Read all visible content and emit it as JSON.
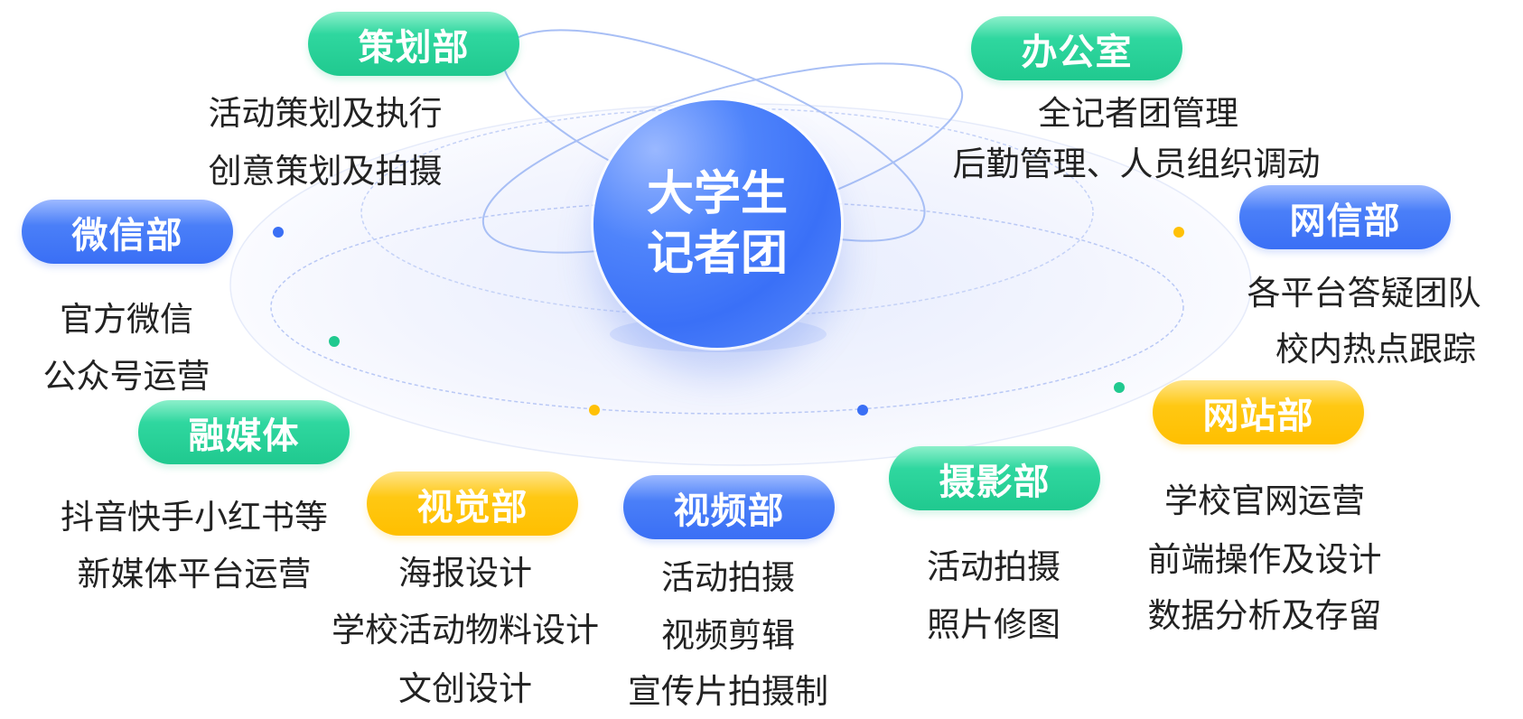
{
  "center": {
    "line1": "大学生",
    "line2": "记者团"
  },
  "colors": {
    "green": "#2fd79f",
    "blue": "#3a6ff5",
    "yellow": "#ffc107"
  },
  "departments": [
    {
      "name": "策划部",
      "color": "green",
      "items": [
        "活动策划及执行",
        "创意策划及拍摄"
      ]
    },
    {
      "name": "办公室",
      "color": "green",
      "items": [
        "全记者团管理",
        "后勤管理、人员组织调动"
      ]
    },
    {
      "name": "微信部",
      "color": "blue",
      "items": [
        "官方微信",
        "公众号运营"
      ]
    },
    {
      "name": "网信部",
      "color": "blue",
      "items": [
        "各平台答疑团队",
        "校内热点跟踪"
      ]
    },
    {
      "name": "融媒体",
      "color": "green",
      "items": [
        "抖音快手小红书等",
        "新媒体平台运营"
      ]
    },
    {
      "name": "网站部",
      "color": "yellow",
      "items": [
        "学校官网运营",
        "前端操作及设计",
        "数据分析及存留"
      ]
    },
    {
      "name": "视觉部",
      "color": "yellow",
      "items": [
        "海报设计",
        "学校活动物料设计",
        "文创设计"
      ]
    },
    {
      "name": "视频部",
      "color": "blue",
      "items": [
        "活动拍摄",
        "视频剪辑",
        "宣传片拍摄制"
      ]
    },
    {
      "name": "摄影部",
      "color": "green",
      "items": [
        "活动拍摄",
        "照片修图"
      ]
    }
  ]
}
